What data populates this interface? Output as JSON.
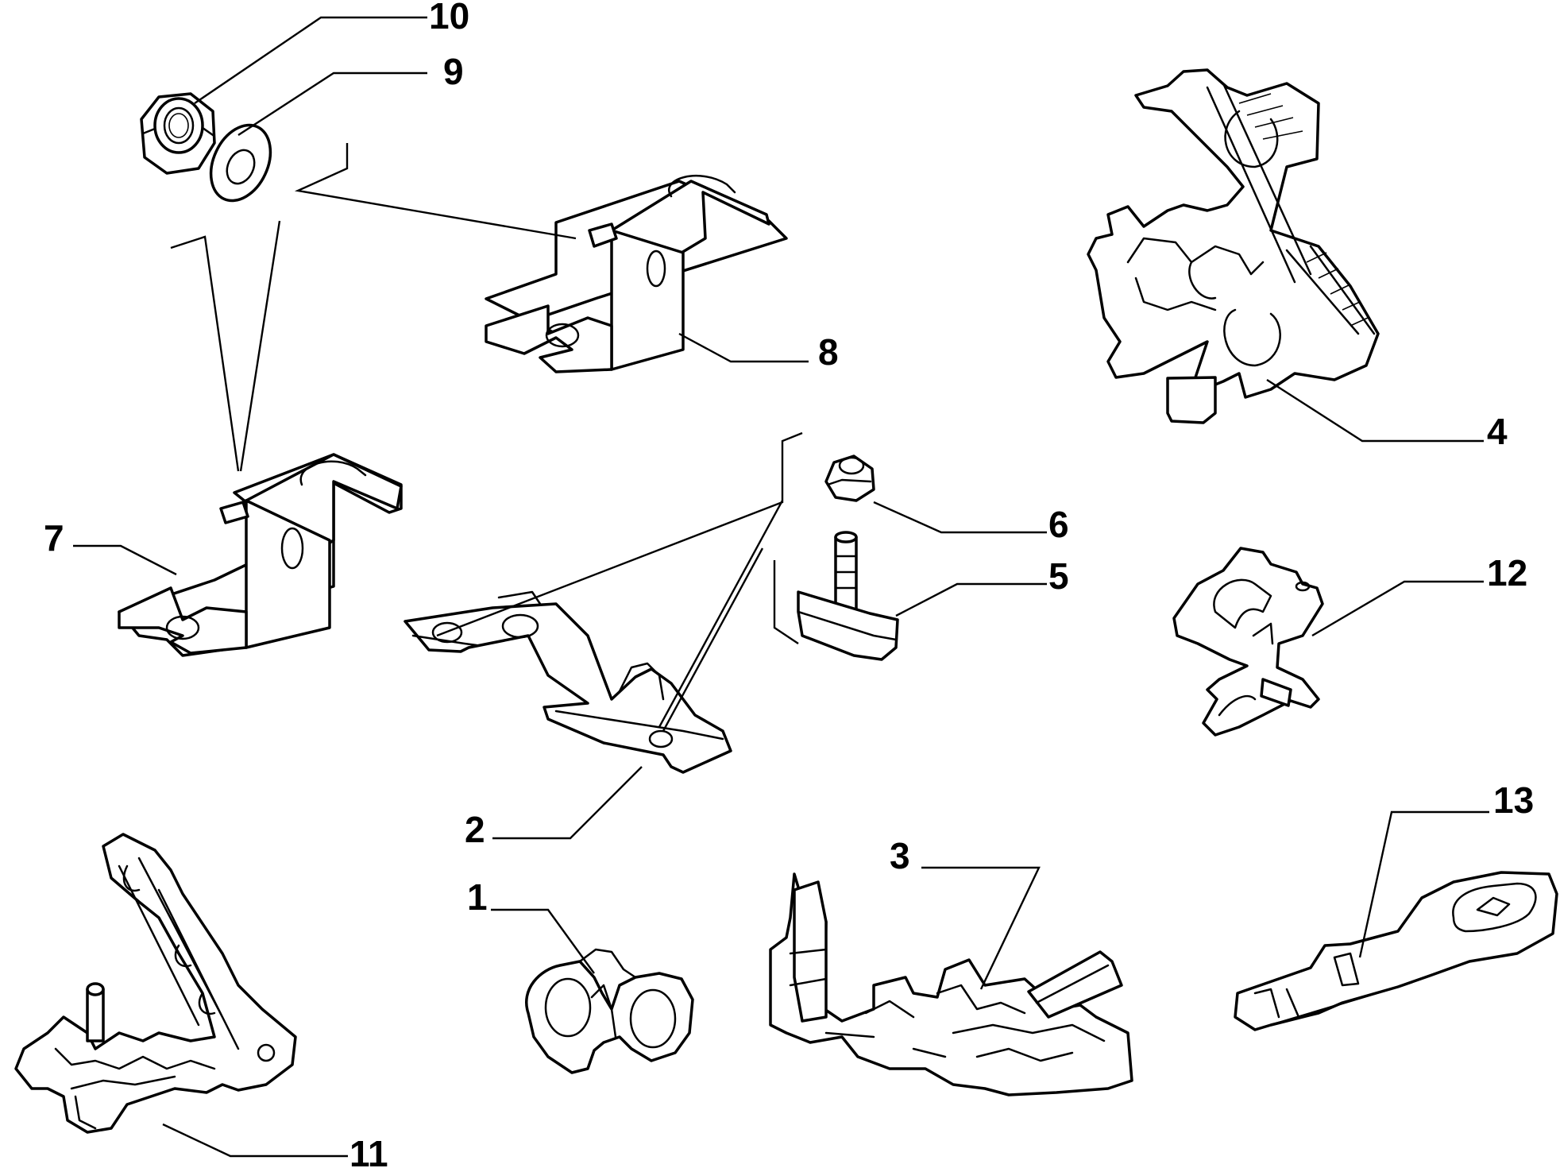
{
  "diagram": {
    "callouts": {
      "c1": "1",
      "c2": "2",
      "c3": "3",
      "c4": "4",
      "c5": "5",
      "c6": "6",
      "c7": "7",
      "c8": "8",
      "c9": "9",
      "c10": "10",
      "c11": "11",
      "c12": "12",
      "c13": "13"
    },
    "colors": {
      "line": "#000000",
      "background": "#ffffff"
    }
  }
}
